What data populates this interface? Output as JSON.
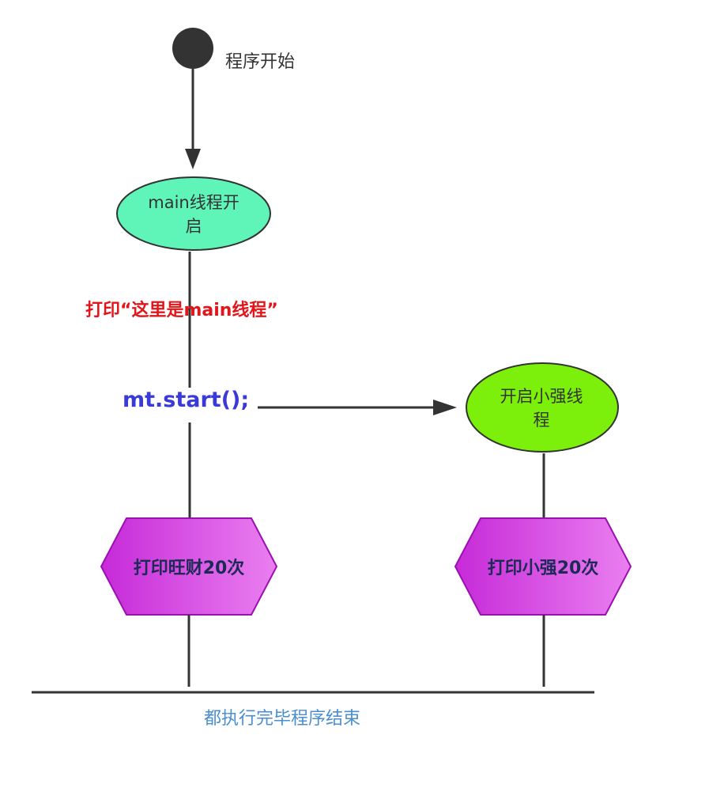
{
  "start": {
    "label": "程序开始"
  },
  "main_thread": {
    "label_line1": "main线程开",
    "label_line2": "启"
  },
  "print_main": {
    "label": "打印“这里是main线程”"
  },
  "start_call": {
    "label": "mt.start();"
  },
  "xiaoqiang_thread": {
    "label_line1": "开启小强线",
    "label_line2": "程"
  },
  "task_wangcai": {
    "label": "打印旺财20次"
  },
  "task_xiaoqiang": {
    "label": "打印小强20次"
  },
  "end": {
    "label": "都执行完毕程序结束"
  },
  "colors": {
    "main_ellipse_fill": "#5ff5b8",
    "xq_ellipse_fill": "#7cf00a",
    "hex_fill_dark": "#c62ad8",
    "hex_fill_light": "#ea7ff0",
    "hex_stroke": "#9a10b0",
    "line": "#333333",
    "red_text": "#e0161b",
    "blue_text": "#3a3ad8",
    "end_text": "#4a8ed0"
  }
}
